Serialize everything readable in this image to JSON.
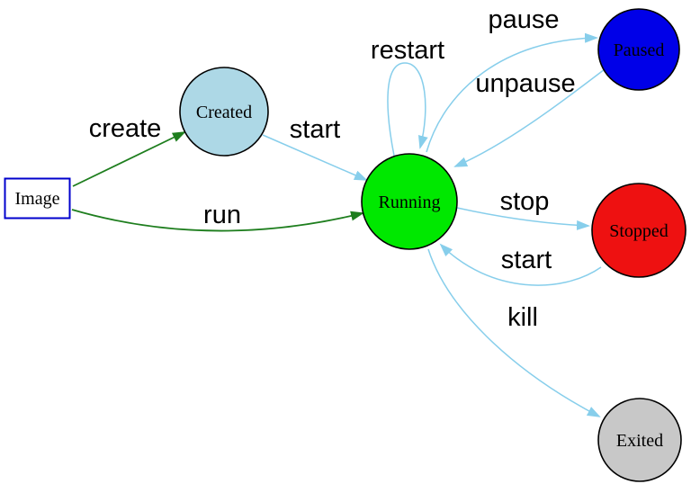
{
  "diagram": {
    "background": "#ffffff",
    "colors": {
      "edge_blue": "#87ceeb",
      "edge_green": "#1e7e1e",
      "node_border": "#000000",
      "image_box_border": "#0000cc"
    },
    "nodes": {
      "image": {
        "label": "Image",
        "shape": "rectangle",
        "fill": "#ffffff"
      },
      "created": {
        "label": "Created",
        "shape": "circle",
        "fill": "#add8e6"
      },
      "running": {
        "label": "Running",
        "shape": "circle",
        "fill": "#00e800"
      },
      "paused": {
        "label": "Paused",
        "shape": "circle",
        "fill": "#0000e8"
      },
      "stopped": {
        "label": "Stopped",
        "shape": "circle",
        "fill": "#ee1111"
      },
      "exited": {
        "label": "Exited",
        "shape": "circle",
        "fill": "#c8c8c8"
      }
    },
    "edges": {
      "create": {
        "label": "create",
        "from": "image",
        "to": "created",
        "color": "#1e7e1e"
      },
      "run": {
        "label": "run",
        "from": "image",
        "to": "running",
        "color": "#1e7e1e"
      },
      "start_created": {
        "label": "start",
        "from": "created",
        "to": "running",
        "color": "#87ceeb"
      },
      "restart": {
        "label": "restart",
        "from": "running",
        "to": "running",
        "color": "#87ceeb"
      },
      "pause": {
        "label": "pause",
        "from": "running",
        "to": "paused",
        "color": "#87ceeb"
      },
      "unpause": {
        "label": "unpause",
        "from": "paused",
        "to": "running",
        "color": "#87ceeb"
      },
      "stop": {
        "label": "stop",
        "from": "running",
        "to": "stopped",
        "color": "#87ceeb"
      },
      "start_stopped": {
        "label": "start",
        "from": "stopped",
        "to": "running",
        "color": "#87ceeb"
      },
      "kill": {
        "label": "kill",
        "from": "running",
        "to": "exited",
        "color": "#87ceeb"
      }
    }
  }
}
